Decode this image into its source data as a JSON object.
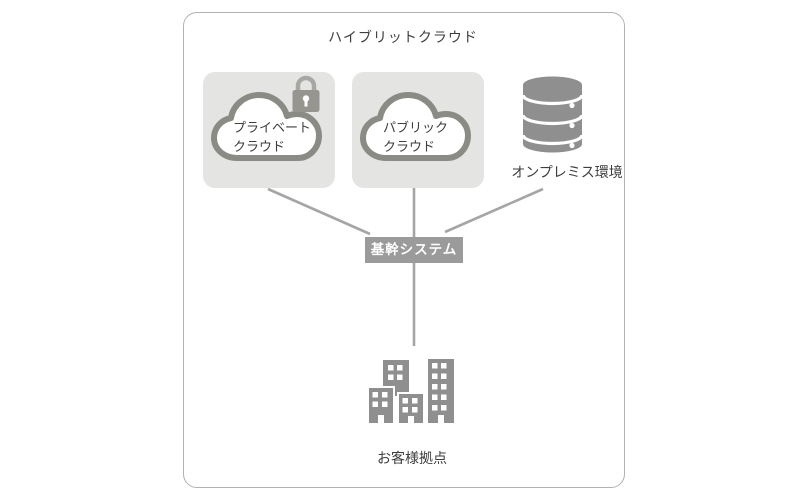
{
  "frame": {
    "title": "ハイブリットクラウド"
  },
  "nodes": {
    "private_cloud": {
      "label_line1": "プライベート",
      "label_line2": "クラウド",
      "icon": "cloud-icon",
      "badge_icon": "lock-icon"
    },
    "public_cloud": {
      "label_line1": "パブリック",
      "label_line2": "クラウド",
      "icon": "cloud-icon"
    },
    "onpremise": {
      "label": "オンプレミス環境",
      "icon": "database-icon"
    },
    "core_system": {
      "label": "基幹システム"
    },
    "customer_site": {
      "label": "お客様拠点",
      "icon": "buildings-icon"
    }
  },
  "edges": [
    {
      "from": "private_cloud",
      "to": "core_system"
    },
    {
      "from": "public_cloud",
      "to": "core_system"
    },
    {
      "from": "onpremise",
      "to": "core_system"
    },
    {
      "from": "core_system",
      "to": "customer_site"
    }
  ],
  "palette": {
    "frame_border": "#b2b2b2",
    "node_background": "#e4e4e3",
    "cloud_outline": "#8b8b85",
    "icon_gray": "#8f8f8f",
    "connector": "#a5a5a5",
    "core_box_background": "#9b9b9b",
    "core_box_text": "#ffffff",
    "text": "#3d3d3d"
  }
}
